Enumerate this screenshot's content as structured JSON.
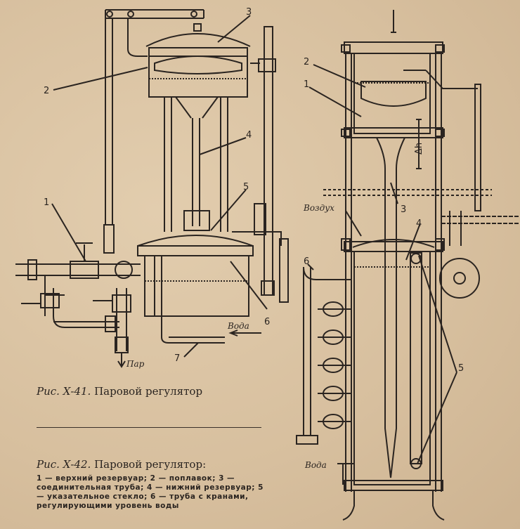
{
  "figure1": {
    "labels": {
      "l1": "1",
      "l2": "2",
      "l3": "3",
      "l4": "4",
      "l5": "5",
      "l6": "6",
      "l7": "7"
    },
    "voda": "Вода",
    "par": "Пар",
    "caption_num": "Рис. Х-41.",
    "caption_text": "Паровой регулятор"
  },
  "figure2": {
    "labels": {
      "l1": "1",
      "l2": "2",
      "l3": "3",
      "l4": "4",
      "l5": "5",
      "l6": "6"
    },
    "vozdukh": "Воздух",
    "voda": "Вода",
    "dh": "Δh",
    "caption_num": "Рис. Х-42.",
    "caption_text": "Паровой регулятор:",
    "legend": "1 — верхний резервуар; 2 — поплавок; 3 — соединительная труба; 4 — нижний резервуар; 5 — указательное стекло; 6 — труба с кранами, регулирующими уровень воды"
  }
}
